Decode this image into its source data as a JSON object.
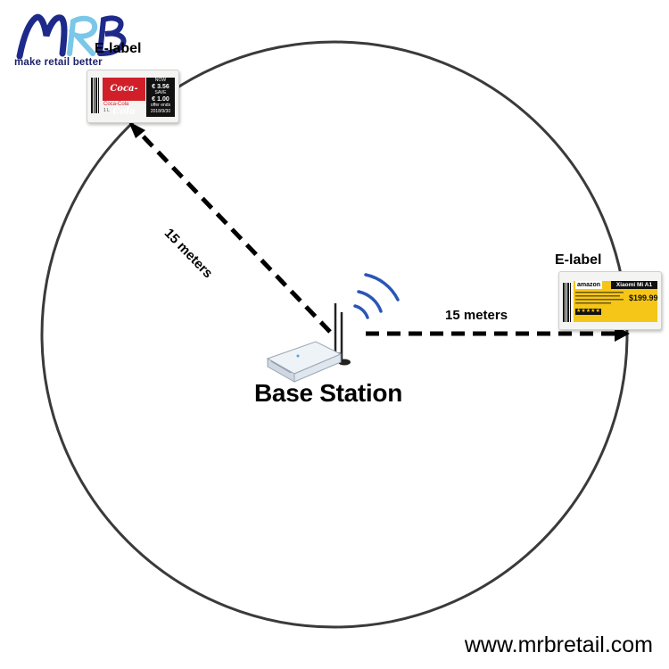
{
  "logo": {
    "letters": "MRB",
    "tagline": "make retail better",
    "colors": {
      "m": "#1e2a8a",
      "r": "#7ac7e8",
      "b": "#1e2a8a"
    }
  },
  "elabel_left": {
    "title": "E-label",
    "brand": "Coca-Cola",
    "sub": "Coca-Cola",
    "sub2": "1 L",
    "price_now_label": "NOW",
    "price_now": "€ 3.56",
    "save_label": "SAVE",
    "save_value": "€ 1.00",
    "offer_note": "offer ends",
    "offer_date": "2018/9/30",
    "accent": "#d11f2a"
  },
  "elabel_right": {
    "title": "E-label",
    "brand": "amazon",
    "product": "Xiaomi Mi A1",
    "price": "$199.99",
    "stars": "★★★★★",
    "accent": "#f5c518"
  },
  "distance_left": "15 meters",
  "distance_right": "15 meters",
  "base_station": {
    "title": "Base Station",
    "icon": "router-icon"
  },
  "signal": {
    "icon": "wifi-signal-icon",
    "color": "#2a56b5"
  },
  "website": "www.mrbretail.com",
  "colors": {
    "circle": "#3a3a3a",
    "arrow": "#000000"
  }
}
